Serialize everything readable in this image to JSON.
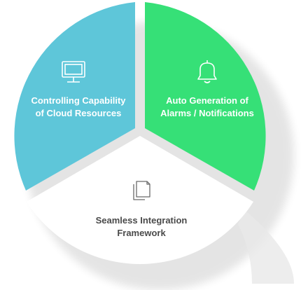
{
  "colors": {
    "left_segment": "#5ec6d9",
    "right_segment": "#36e077",
    "bottom_segment": "#ffffff",
    "dark_text": "#4a4a4a",
    "light_text": "#ffffff"
  },
  "segments": [
    {
      "icon": "monitor-icon",
      "lines": [
        "Controlling Capability",
        "of Cloud Resources"
      ]
    },
    {
      "icon": "bell-icon",
      "lines": [
        "Auto Generation of",
        "Alarms / Notifications"
      ]
    },
    {
      "icon": "documents-icon",
      "lines": [
        "Seamless Integration",
        "Framework"
      ]
    }
  ]
}
